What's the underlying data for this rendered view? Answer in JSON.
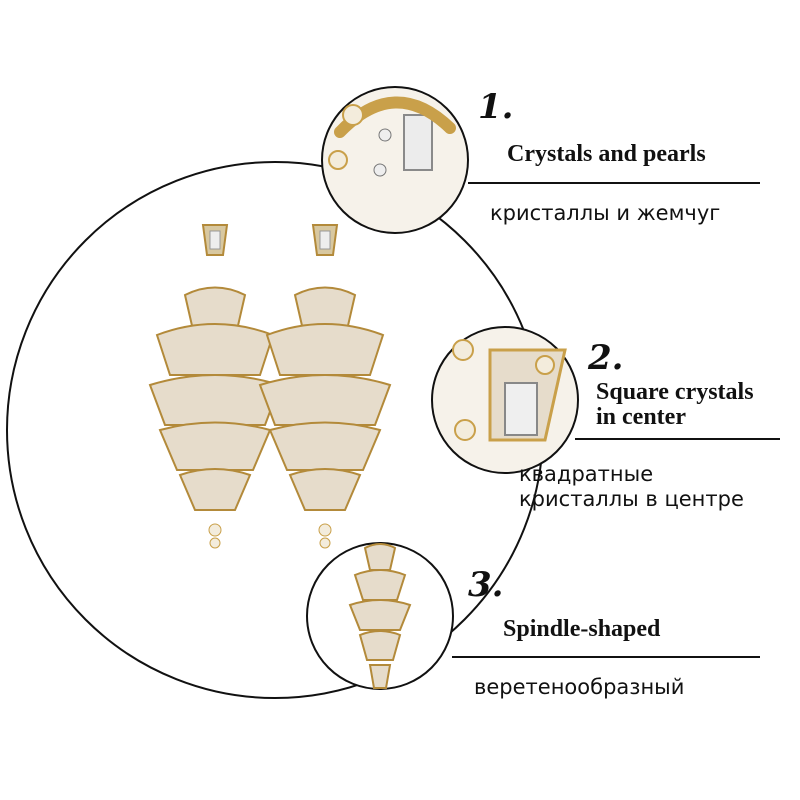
{
  "features": [
    {
      "number": "1.",
      "title": "Crystals and pearls",
      "subtitle": "кристаллы и жемчуг"
    },
    {
      "number": "2.",
      "title_line1": "Square crystals",
      "title_line2": "in center",
      "subtitle_line1": "квадратные",
      "subtitle_line2": "кристаллы в центре"
    },
    {
      "number": "3.",
      "title": "Spindle-shaped",
      "subtitle": "веретенообразный"
    }
  ],
  "colors": {
    "gold": "#c9a04a",
    "pearl": "#f3ecdc",
    "crystal": "#d9d9d9",
    "line": "#111111"
  }
}
